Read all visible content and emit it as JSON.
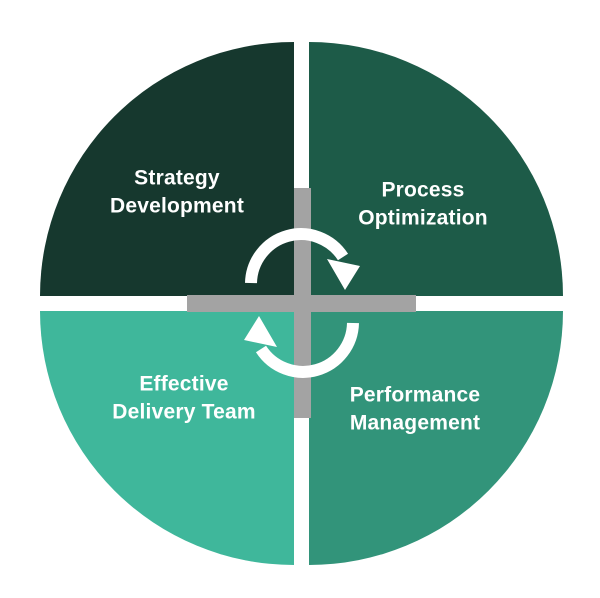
{
  "diagram": {
    "type": "cycle-quadrant-diagram",
    "background_color": "#ffffff",
    "quadrants": [
      {
        "id": "strategy-development",
        "label": "Strategy\nDevelopment",
        "color": "#16382e",
        "text_color": "#ffffff",
        "position": "top-left"
      },
      {
        "id": "process-optimization",
        "label": "Process\nOptimization",
        "color": "#1d5b48",
        "text_color": "#ffffff",
        "position": "top-right"
      },
      {
        "id": "effective-delivery-team",
        "label": "Effective\nDelivery Team",
        "color": "#3fb79b",
        "text_color": "#ffffff",
        "position": "bottom-left"
      },
      {
        "id": "performance-management",
        "label": "Performance\nManagement",
        "color": "#32947a",
        "text_color": "#ffffff",
        "position": "bottom-right"
      }
    ],
    "center": {
      "icon": "clockwise-cycle-arrows-icon",
      "cross_color": "#a3a3a3",
      "arrow_color": "#ffffff"
    }
  }
}
